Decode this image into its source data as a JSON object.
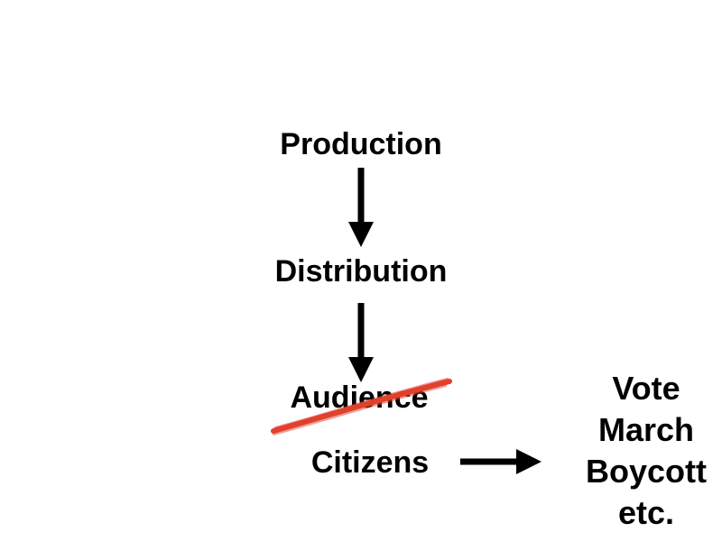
{
  "nodes": {
    "production": "Production",
    "distribution": "Distribution",
    "audience": "Audience",
    "citizens": "Citizens"
  },
  "actions": [
    "Vote",
    "March",
    "Boycott",
    "etc."
  ],
  "colors": {
    "text": "#000000",
    "arrow": "#000000",
    "strike": "#e0402c",
    "background": "#ffffff"
  }
}
